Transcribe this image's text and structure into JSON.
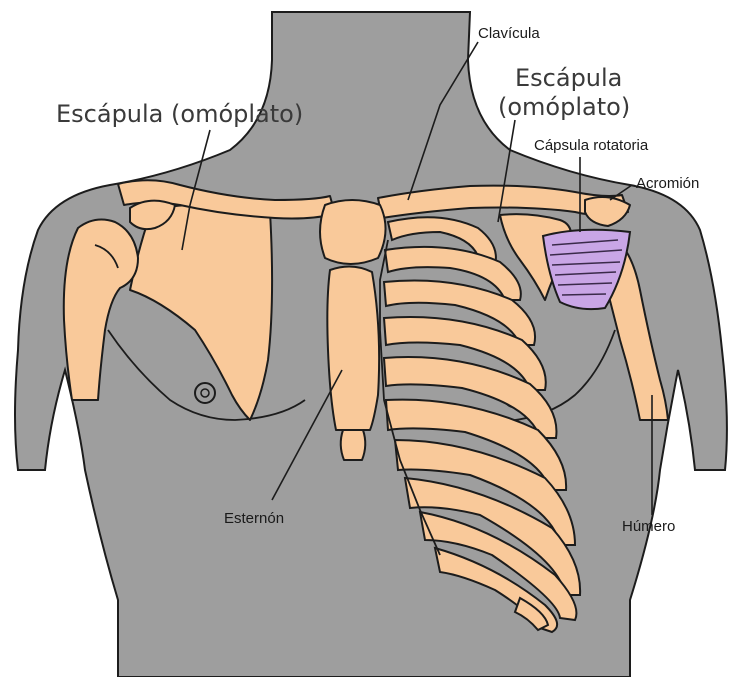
{
  "labels": {
    "clavicula": "Clavícula",
    "escapula_left": "Escápula (omóplato)",
    "escapula_right_line1": "Escápula",
    "escapula_right_line2": "(omóplato)",
    "capsula_rotatoria": "Cápsula rotatoria",
    "acromion": "Acromión",
    "esternon": "Esternón",
    "humero": "Húmero"
  },
  "colors": {
    "skin": "#9e9e9e",
    "bone": "#f9c99a",
    "capsule": "#c9a6e6",
    "outline": "#1c1c1c"
  }
}
